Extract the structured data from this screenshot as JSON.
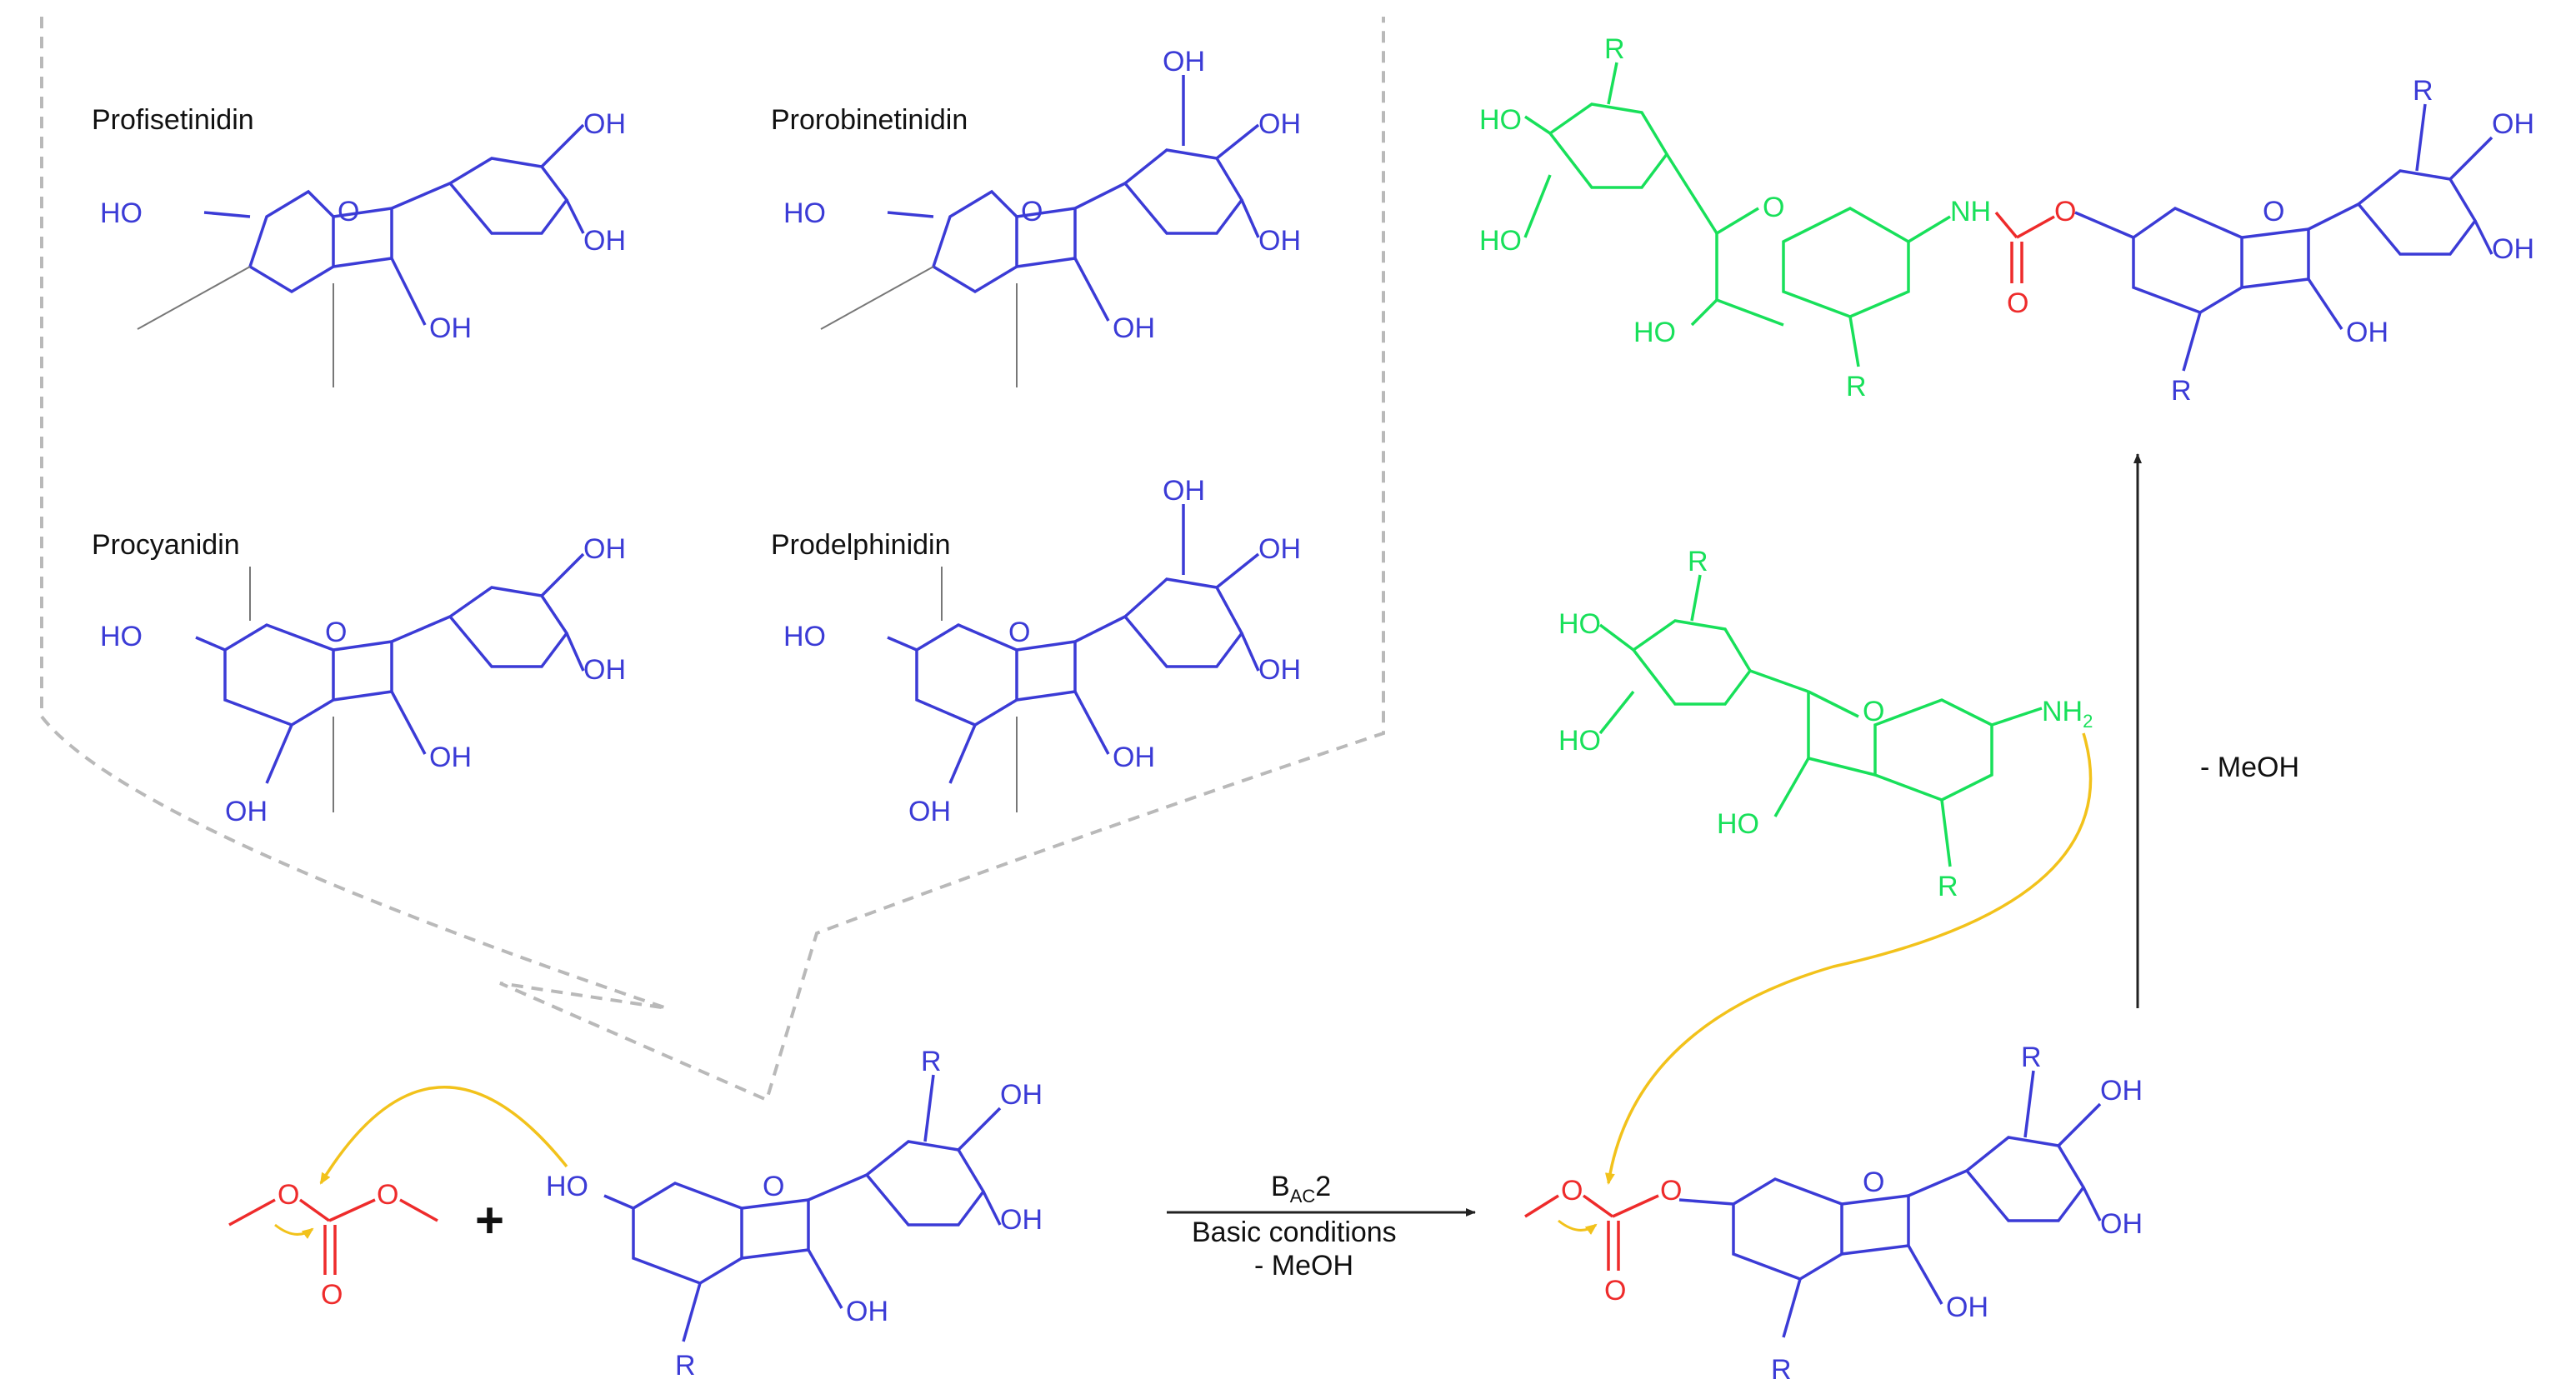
{
  "colors": {
    "flavonoid": "#3b3bd6",
    "amine": "#18e05a",
    "carbonate": "#ee2b2b",
    "curved_arrow": "#f2c21b",
    "dashed": "#b9b9b9",
    "arrow": "#222222",
    "name_text": "#111111"
  },
  "tannins": {
    "profisetinidin": "Profisetinidin",
    "prorobinetinidin": "Prorobinetinidin",
    "procyanidin": "Procyanidin",
    "prodelphinidin": "Prodelphinidin"
  },
  "labels": {
    "oh": "OH",
    "ho": "HO",
    "o": "O",
    "r": "R",
    "nh": "NH",
    "nh2_main": "NH",
    "nh2_sub": "2"
  },
  "reaction": {
    "plus": "+",
    "condition_main": "B",
    "condition_sub": "AC",
    "condition_suffix": "2",
    "condition_line2": "Basic conditions",
    "condition_line3": "- MeOH",
    "vertical_condition": "- MeOH"
  }
}
